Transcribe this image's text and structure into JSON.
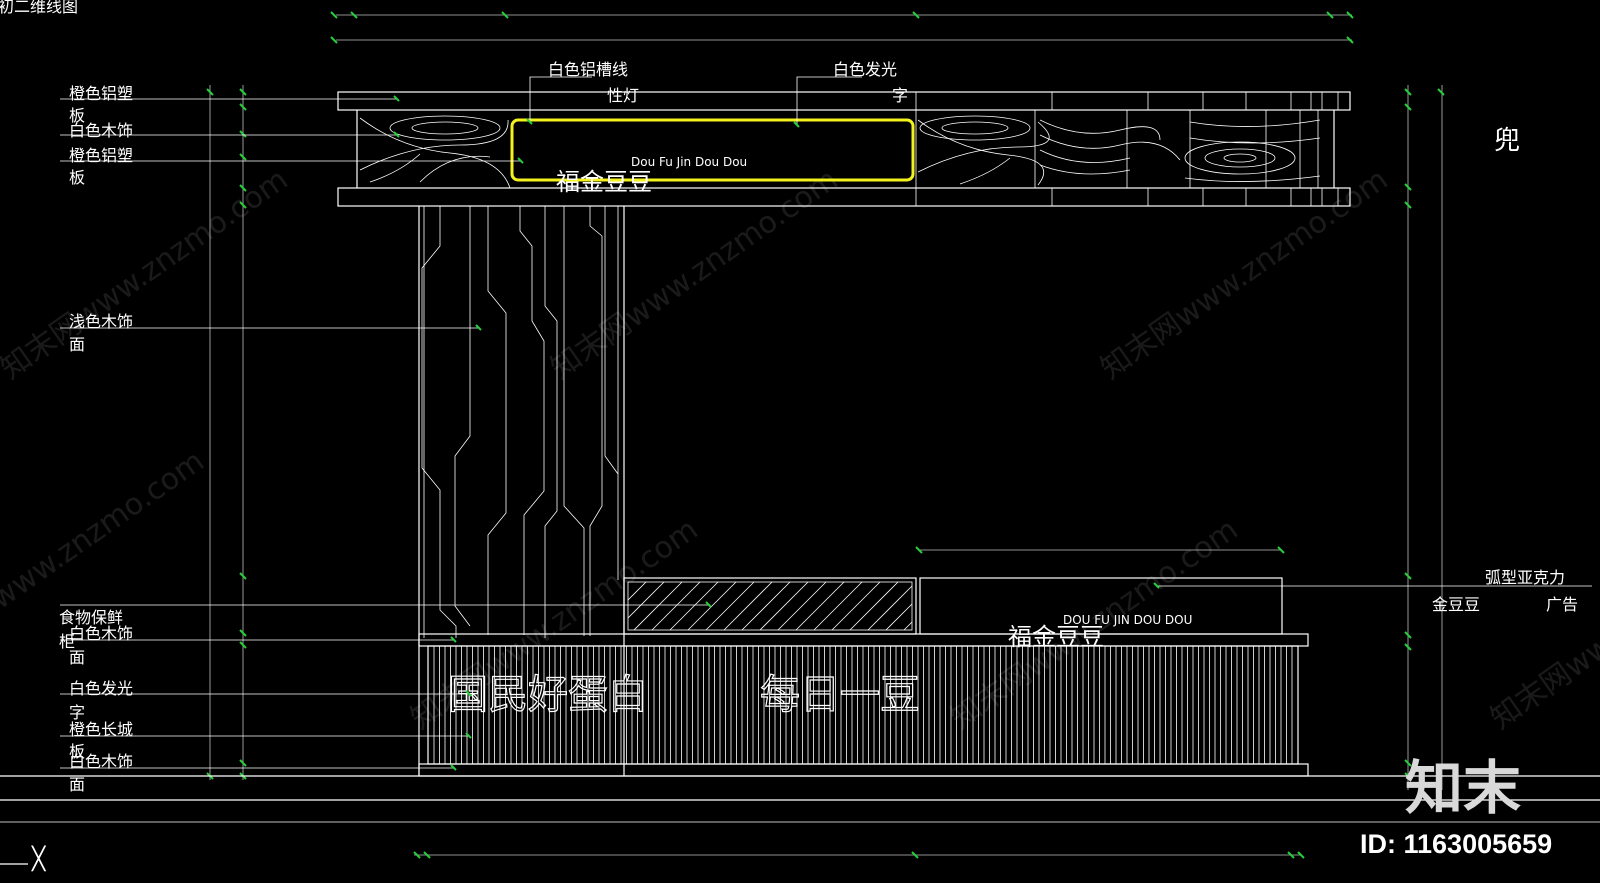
{
  "drawing": {
    "view_title": "初二维线图",
    "corner_mark": "╳",
    "right_partial_label": "兜"
  },
  "labels_left": [
    {
      "line1": "橙色铝塑",
      "line2": "板"
    },
    {
      "line1": "白色木饰",
      "line2": ""
    },
    {
      "line1": "橙色铝塑",
      "line2": "板"
    },
    {
      "line1": "浅色木饰",
      "line2": "面"
    },
    {
      "line1": "食物保鲜",
      "line2": "柜"
    },
    {
      "line1": "白色木饰",
      "line2": "面"
    },
    {
      "line1": "白色发光",
      "line2": "字"
    },
    {
      "line1": "橙色长城",
      "line2": "板"
    },
    {
      "line1": "白色木饰",
      "line2": "面"
    }
  ],
  "labels_top": [
    {
      "line1": "白色铝槽线",
      "line2": "性灯"
    },
    {
      "line1": "白色发光",
      "line2": "字"
    }
  ],
  "labels_right": {
    "line1": "弧型亚克力",
    "line2a": "金豆豆",
    "line2b": "广告"
  },
  "signage": {
    "top_pinyin": "Dou Fu Jin Dou Dou",
    "top_brand": "福金豆豆",
    "counter_pinyin": "DOU FU JIN DOU DOU",
    "counter_brand": "福金豆豆",
    "slogan_left": "国民好蛋白",
    "slogan_right": "每日一豆"
  },
  "watermark": {
    "text": "知末网www.znzmo.com",
    "text_short": "www.znzmo.com",
    "logo": "知末",
    "id_label": "ID: 1163005659"
  },
  "colors": {
    "background": "#000000",
    "line": "#ffffff",
    "dimension_marker": "#26d03a",
    "light_frame": "#f4f21c"
  }
}
